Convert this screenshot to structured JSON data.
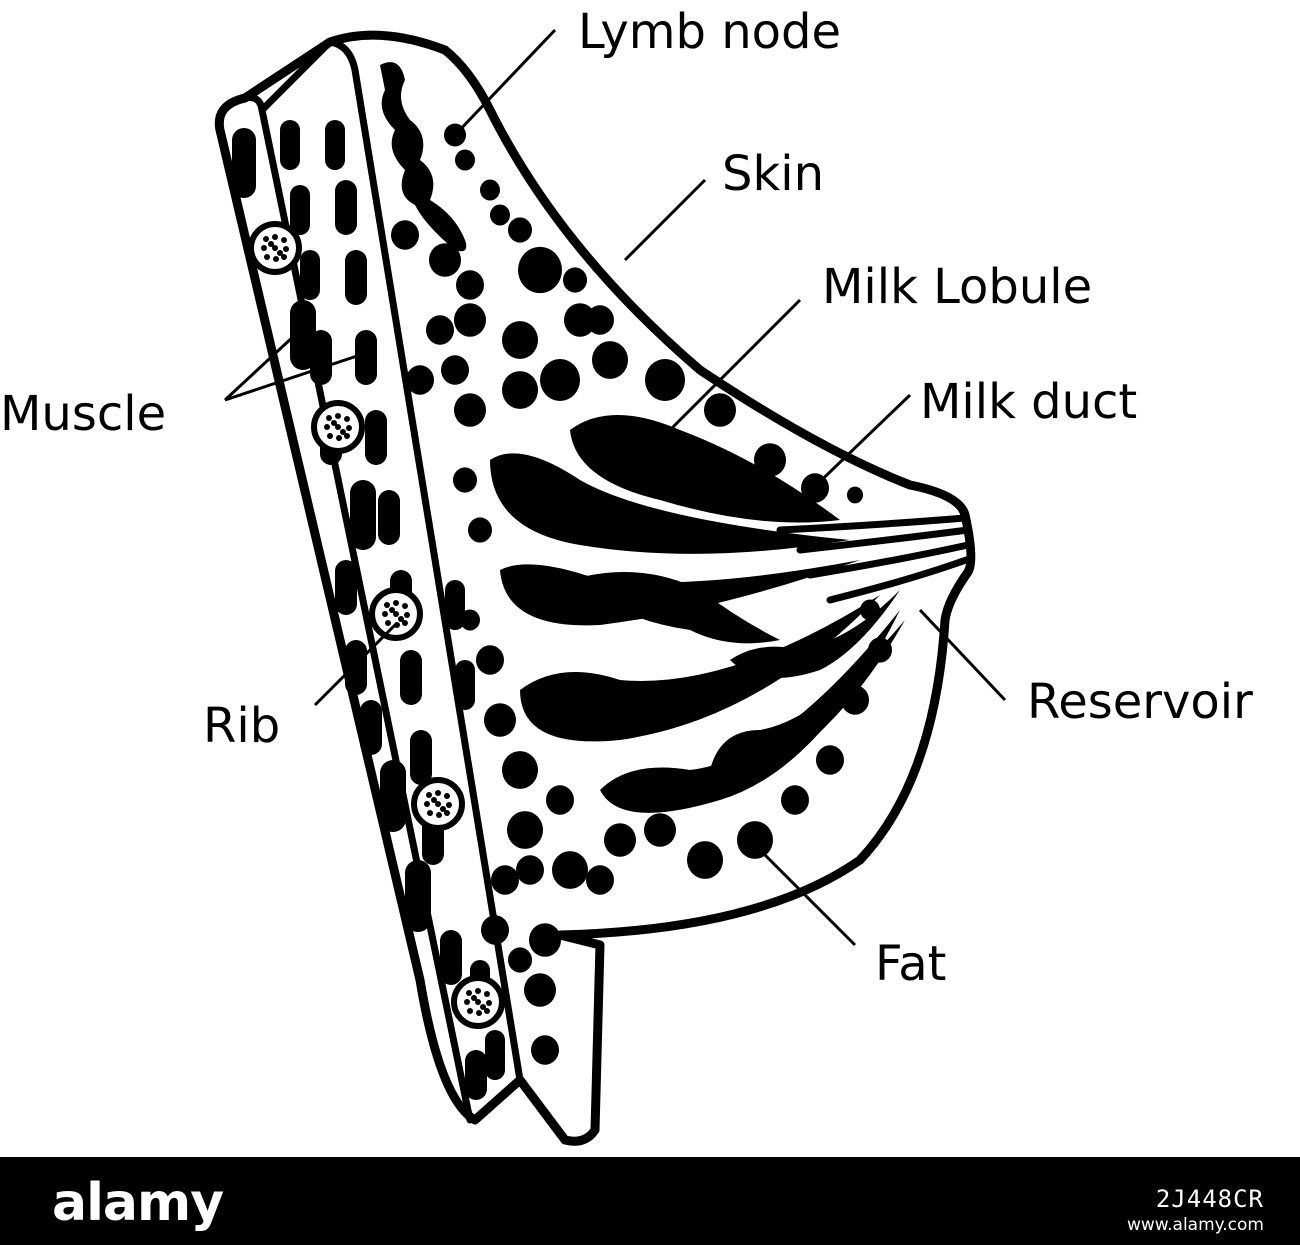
{
  "labels": {
    "lymph_node": "Lymb node",
    "skin": "Skin",
    "milk_lobule": "Milk Lobule",
    "milk_duct": "Milk duct",
    "muscle": "Muscle",
    "reservoir": "Reservoir",
    "rib": "Rib",
    "fat": "Fat"
  },
  "footer": {
    "logo": "alamy",
    "image_id": "2J448CR",
    "url": "www.alamy.com"
  },
  "colors": {
    "ink": "#000000",
    "paper": "#ffffff"
  }
}
